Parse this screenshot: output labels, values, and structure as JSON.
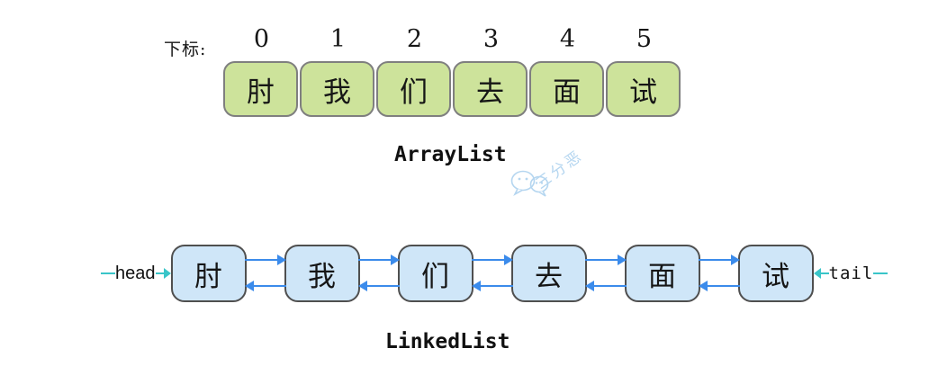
{
  "colors": {
    "array-cell-fill": "#cde39b",
    "array-cell-border": "#7f7f7f",
    "node-fill": "#cfe6f8",
    "node-border": "#4f4f4f",
    "link-arrow": "#3b8beb",
    "pointer": "#39c5c8",
    "watermark": "#b5d6f0",
    "ink": "#161616"
  },
  "array_list": {
    "index_label": "下标:",
    "indices": [
      "0",
      "1",
      "2",
      "3",
      "4",
      "5"
    ],
    "cells": [
      "肘",
      "我",
      "们",
      "去",
      "面",
      "试"
    ],
    "caption": "ArrayList"
  },
  "linked_list": {
    "head_label": "head",
    "tail_label": "tail",
    "nodes": [
      "肘",
      "我",
      "们",
      "去",
      "面",
      "试"
    ],
    "caption": "LinkedList"
  },
  "watermark": {
    "text": "三分恶",
    "icon": "wechat-chat-bubbles-icon"
  },
  "icons": {
    "head-arrow-icon": "→",
    "tail-arrow-icon": "←",
    "next-link-arrow-icon": "→",
    "prev-link-arrow-icon": "←"
  }
}
